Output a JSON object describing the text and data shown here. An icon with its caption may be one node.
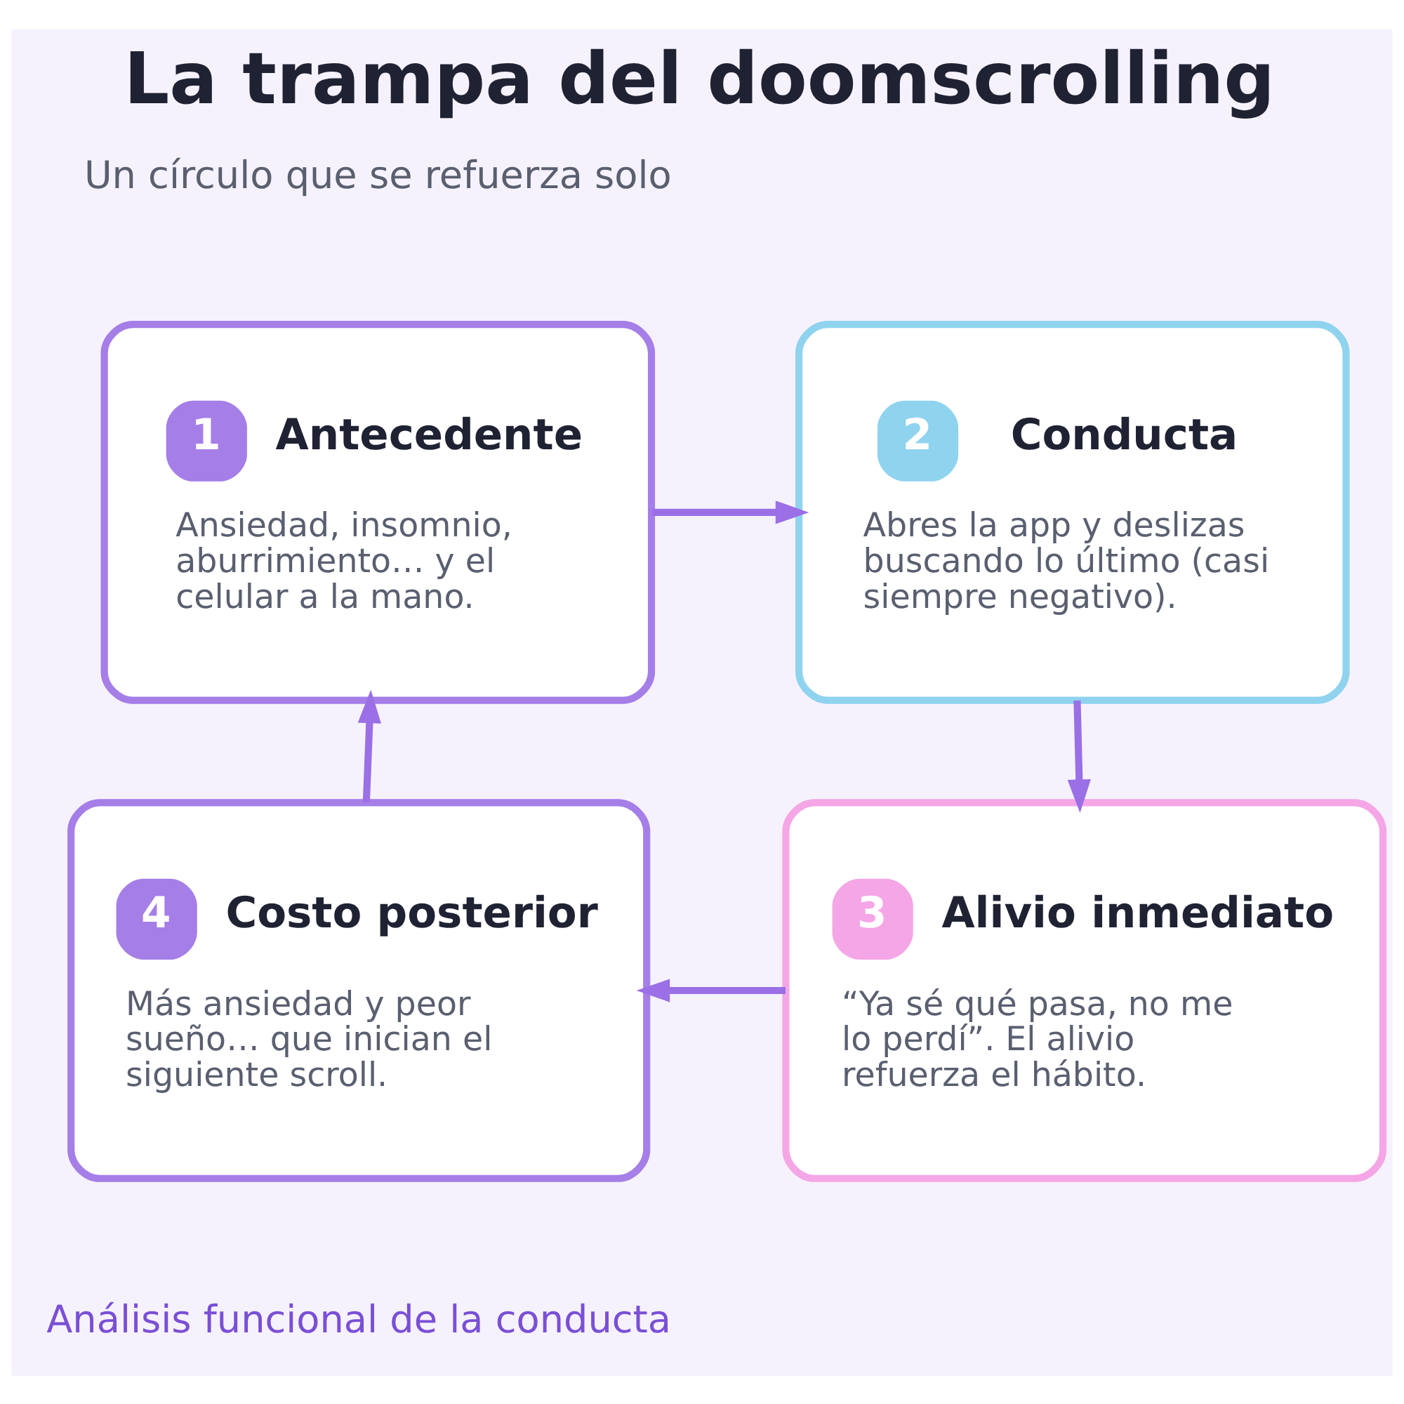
{
  "diagram": {
    "title": "La trampa del doomscrolling",
    "caption": "Análisis funcional de la conducta",
    "nodes": [
      {
        "text": [
          "1",
          "Antecedente",
          "Ansiedad, insomnio, aburrimiento… y el celular a la mano."
        ]
      },
      {
        "text": [
          "2",
          "Conducta",
          "Abres la app y deslizas buscando lo último (casi siempre negativo)."
        ]
      },
      {
        "text": [
          "3",
          "Alivio inmediato",
          "“Ya sé qué pasa, no me lo perdí”. El alivio refuerza el hábito."
        ]
      },
      {
        "text": [
          "4",
          "Costo posterior",
          "Más ansiedad y peor sueño… que inician el siguiente scroll."
        ]
      }
    ],
    "edges": [
      {
        "from": 0,
        "to": 1,
        "arrow": "to"
      },
      {
        "from": 1,
        "to": 2,
        "arrow": "to"
      },
      {
        "from": 2,
        "to": 3,
        "arrow": "to"
      },
      {
        "from": 3,
        "to": 0,
        "arrow": "to"
      }
    ],
    "labels": [
      "Un círculo que se refuerza solo"
    ]
  }
}
